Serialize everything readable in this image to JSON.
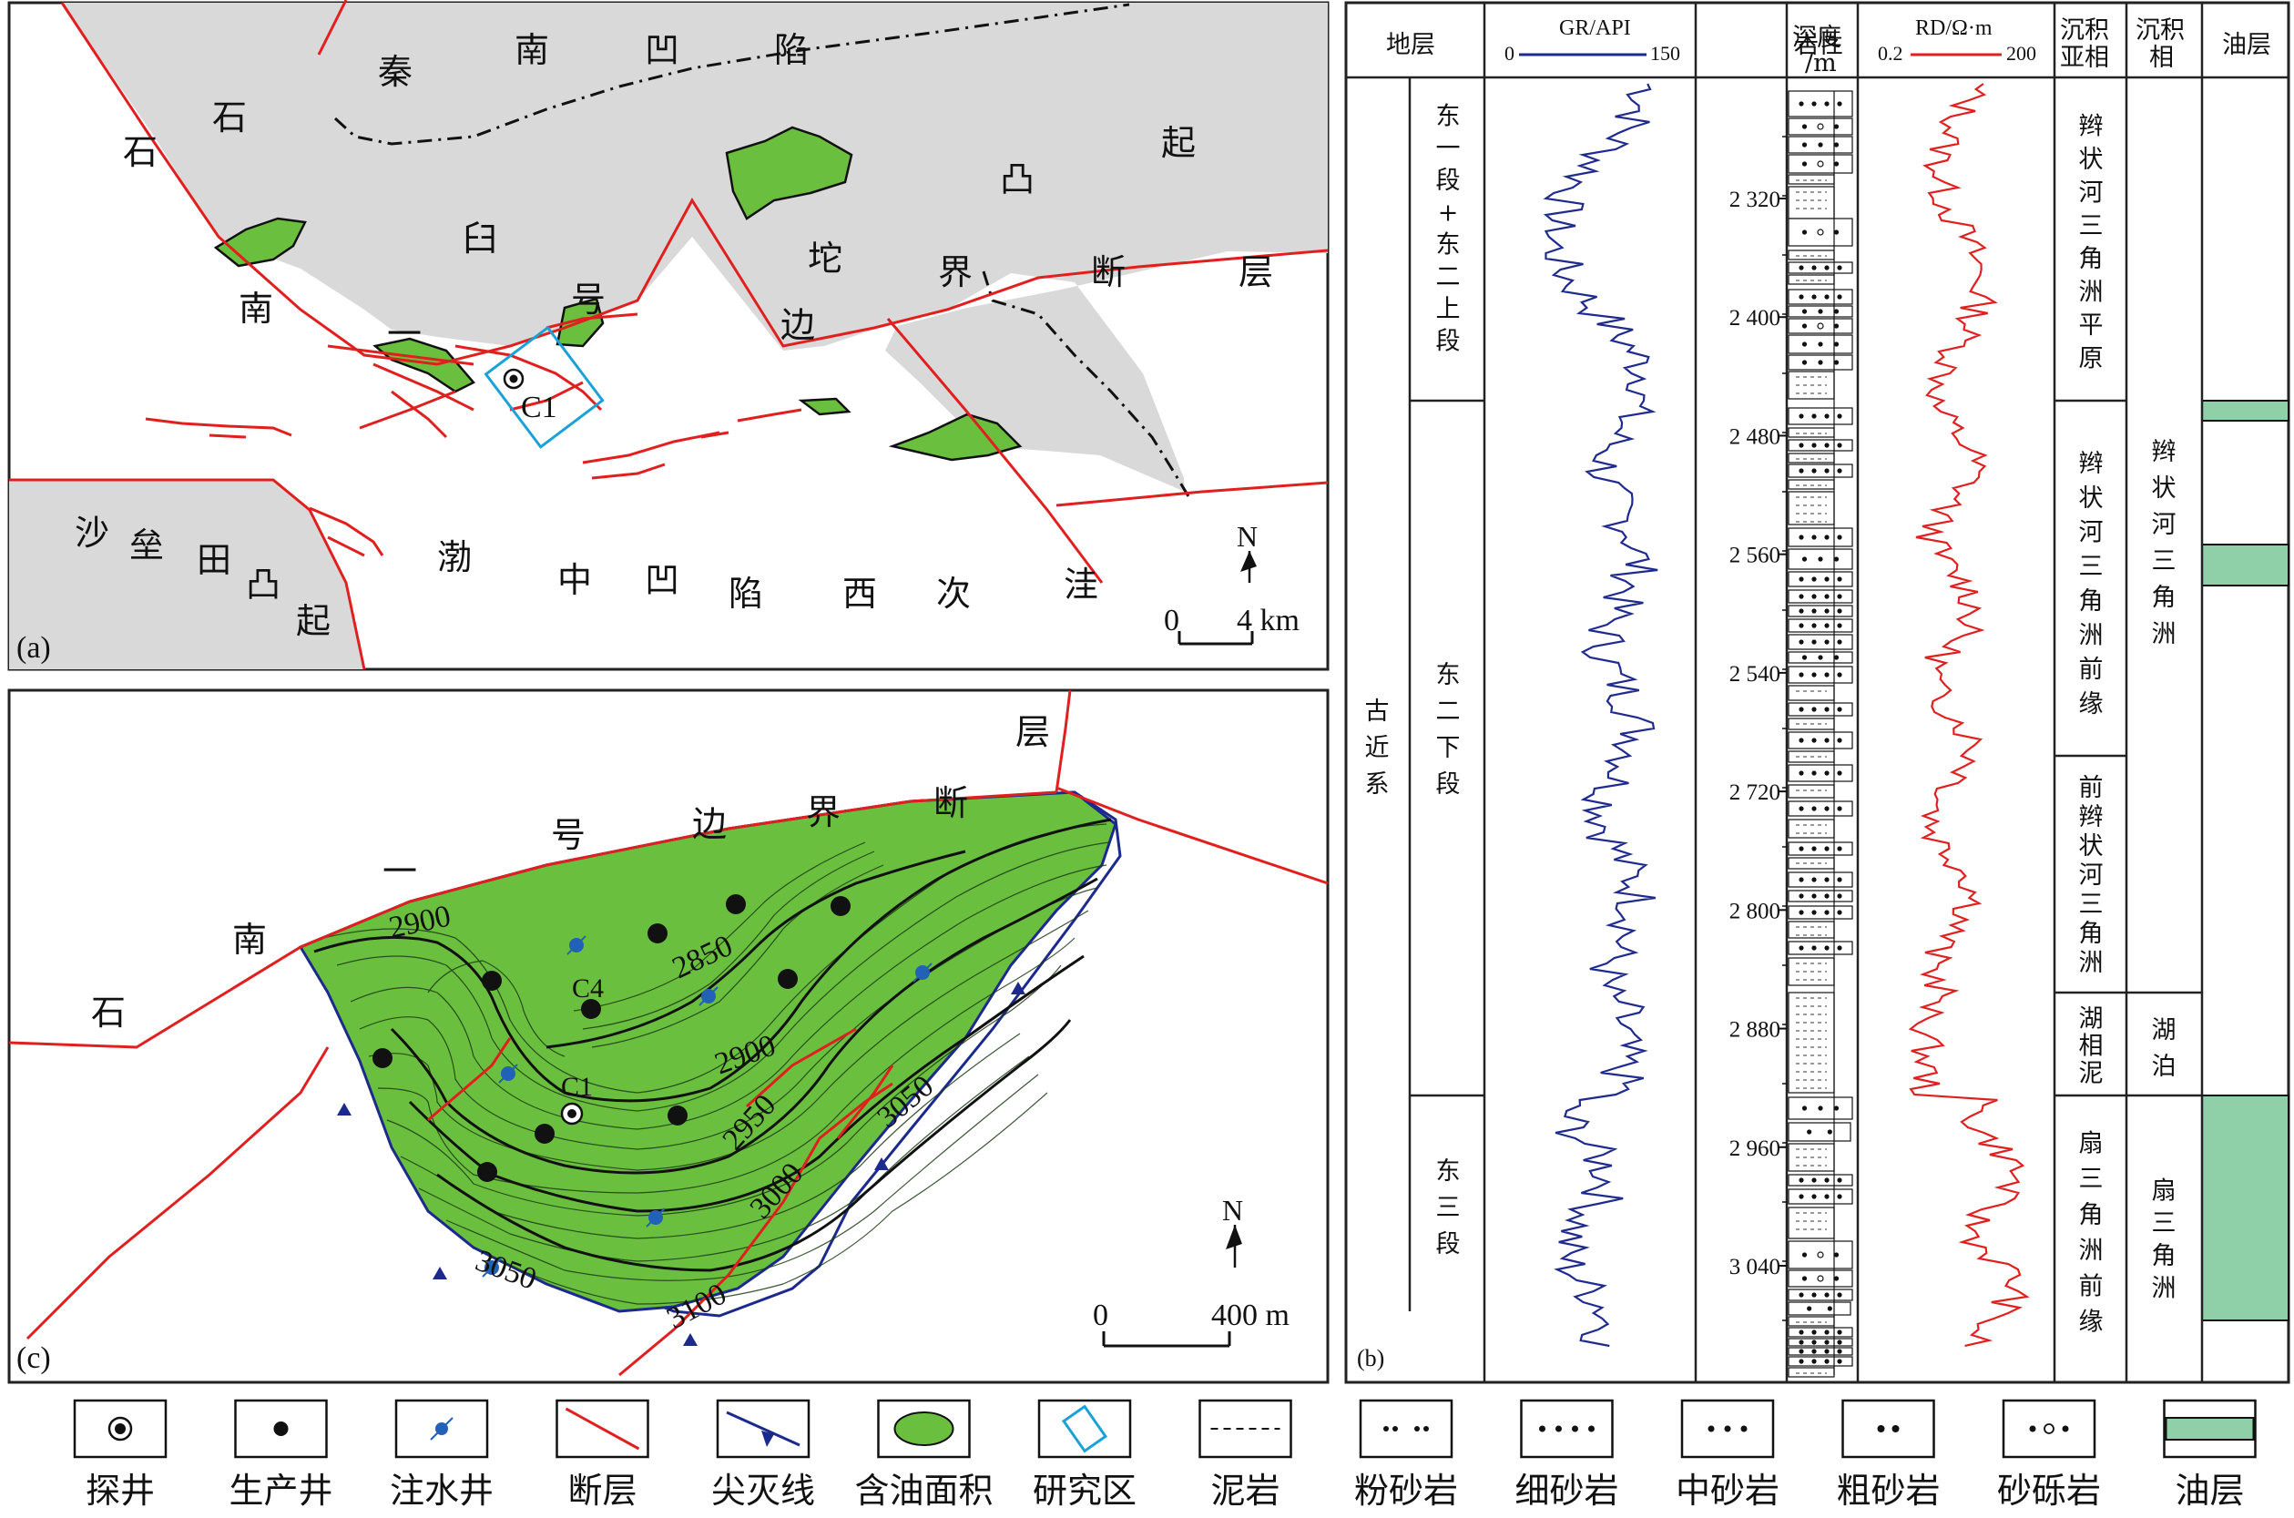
{
  "colors": {
    "fault": "#e0201f",
    "pinch_out": "#1b2a8c",
    "oil_area": "#6bbf3e",
    "gray_area": "#d9d9da",
    "oil_layer": "#8fd0a9",
    "gr_curve": "#1f2a8f",
    "rd_curve": "#e0201f"
  },
  "panel_a": {
    "tag": "(a)",
    "labels": {
      "qin": "秦",
      "nan": "南",
      "ao": "凹",
      "xian": "陷",
      "shi1": "石",
      "shi2": "石",
      "jiu": "臼",
      "tuo": "坨",
      "tu": "凸",
      "qi": "起",
      "nan2": "南",
      "yi": "一",
      "hao": "号",
      "bian": "边",
      "jie": "界",
      "duan": "断",
      "ceng": "层",
      "sha": "沙",
      "lei": "垒",
      "tian": "田",
      "tu2": "凸",
      "qi2": "起",
      "bo": "渤",
      "zhong": "中",
      "ao2": "凹",
      "xian2": "陷",
      "xi": "西",
      "ci": "次",
      "wa": "洼"
    },
    "well": "C1",
    "north": "N",
    "scale_zero": "0",
    "scale_end": "4 km"
  },
  "panel_c": {
    "tag": "(c)",
    "labels": {
      "shi": "石",
      "nan": "南",
      "yi": "一",
      "hao": "号",
      "bian": "边",
      "jie": "界",
      "duan": "断",
      "ceng": "层"
    },
    "contours": {
      "c2900a": "2900",
      "c2850": "2850",
      "c2900b": "2900",
      "c2950": "2950",
      "c3000": "3000",
      "c3050a": "3050",
      "c3050b": "3050",
      "c3100": "3100"
    },
    "wells": {
      "c4": "C4",
      "c1": "C1"
    },
    "north": "N",
    "scale_zero": "0",
    "scale_end": "400 m"
  },
  "panel_b": {
    "tag": "(b)",
    "headers": {
      "strata": "地层",
      "gr": "GR/API",
      "gr_min": "0",
      "gr_max": "150",
      "depth_1": "深度",
      "depth_2": "/m",
      "lith": "岩性",
      "rd": "RD/Ω·m",
      "rd_min": "0.2",
      "rd_max": "200",
      "subfacies_1": "沉积",
      "subfacies_2": "亚相",
      "facies_1": "沉积",
      "facies_2": "相",
      "oil": "油层"
    },
    "system": "古近系",
    "members": [
      "东一段+东二上段",
      "东二下段",
      "东三段"
    ],
    "depth_ticks": [
      "2 320",
      "2 400",
      "2 480",
      "2 560",
      "2 540",
      "2 720",
      "2 800",
      "2 880",
      "2 960",
      "3 040"
    ],
    "subfacies": [
      "辫状河三角洲平原",
      "辫状河三角洲前缘",
      "前辫状河三角洲",
      "湖相泥",
      "扇三角洲前缘"
    ],
    "facies": [
      "辫状河三角洲",
      "湖泊",
      "扇三角洲"
    ]
  },
  "legend": [
    {
      "icon": "exploration-well",
      "label": "探井"
    },
    {
      "icon": "production-well",
      "label": "生产井"
    },
    {
      "icon": "injection-well",
      "label": "注水井"
    },
    {
      "icon": "fault",
      "label": "断层"
    },
    {
      "icon": "pinch-out-line",
      "label": "尖灭线"
    },
    {
      "icon": "oil-area",
      "label": "含油面积"
    },
    {
      "icon": "study-area",
      "label": "研究区"
    },
    {
      "icon": "mudstone",
      "label": "泥岩"
    },
    {
      "icon": "siltstone",
      "label": "粉砂岩"
    },
    {
      "icon": "fine-sandstone",
      "label": "细砂岩"
    },
    {
      "icon": "medium-sandstone",
      "label": "中砂岩"
    },
    {
      "icon": "coarse-sandstone",
      "label": "粗砂岩"
    },
    {
      "icon": "glutenite",
      "label": "砂砾岩"
    },
    {
      "icon": "oil-layer",
      "label": "油层"
    }
  ]
}
